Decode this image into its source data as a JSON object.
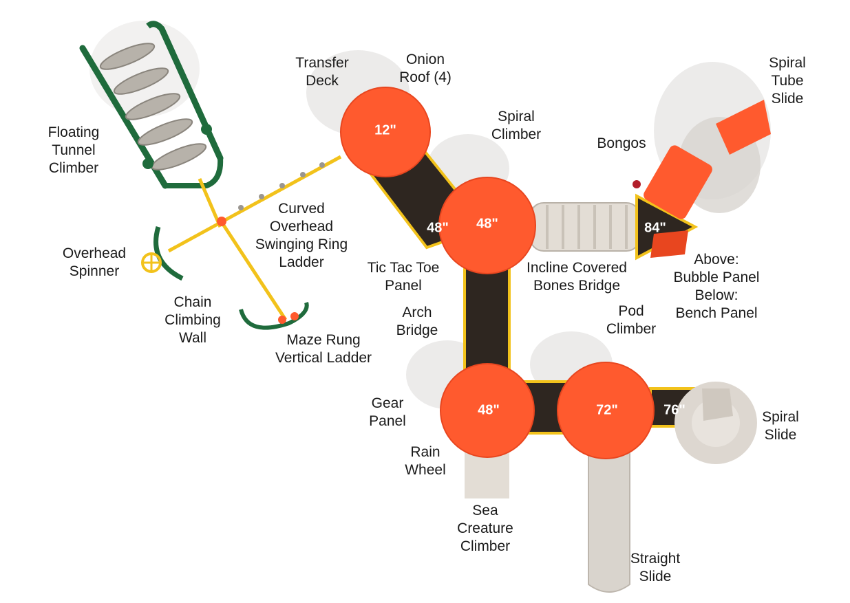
{
  "colors": {
    "roof": "#ff5a2e",
    "roof_dark": "#e8461f",
    "deck": "#2e2620",
    "frame": "#f2c21b",
    "green": "#1f6b3c",
    "beige": "#e3ddd5",
    "shadow": "#ecebea"
  },
  "heights": {
    "deck_top": "12\"",
    "deck_center": "48\"",
    "bridge_end": "48\"",
    "deck_right": "84\"",
    "deck_bottom_left": "48\"",
    "deck_bottom_mid": "72\"",
    "deck_bottom_right": "76\""
  },
  "labels": {
    "floating_tunnel": [
      "Floating",
      "Tunnel",
      "Climber"
    ],
    "transfer_deck": [
      "Transfer",
      "Deck"
    ],
    "onion_roof": [
      "Onion",
      "Roof (4)"
    ],
    "spiral_climber": [
      "Spiral",
      "Climber"
    ],
    "bongos": [
      "Bongos"
    ],
    "spiral_tube_slide": [
      "Spiral",
      "Tube",
      "Slide"
    ],
    "curved_ladder": [
      "Curved",
      "Overhead",
      "Swinging Ring",
      "Ladder"
    ],
    "overhead_spinner": [
      "Overhead",
      "Spinner"
    ],
    "tic_tac_toe": [
      "Tic Tac Toe",
      "Panel"
    ],
    "incline_bridge": [
      "Incline Covered",
      "Bones Bridge"
    ],
    "bubble_panel": [
      "Above:",
      "Bubble Panel",
      "Below:",
      "Bench Panel"
    ],
    "chain_wall": [
      "Chain",
      "Climbing",
      "Wall"
    ],
    "arch_bridge": [
      "Arch",
      "Bridge"
    ],
    "pod_climber": [
      "Pod",
      "Climber"
    ],
    "maze_ladder": [
      "Maze Rung",
      "Vertical Ladder"
    ],
    "gear_panel": [
      "Gear",
      "Panel"
    ],
    "spiral_slide": [
      "Spiral",
      "Slide"
    ],
    "rain_wheel": [
      "Rain",
      "Wheel"
    ],
    "sea_creature": [
      "Sea",
      "Creature",
      "Climber"
    ],
    "straight_slide": [
      "Straight",
      "Slide"
    ]
  }
}
